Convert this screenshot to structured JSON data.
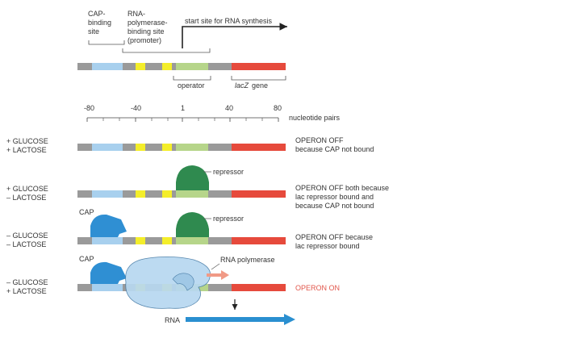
{
  "colors": {
    "cap_site": "#a8d0ee",
    "spacer": "#9a9a9a",
    "promoter_box": "#f4ee2a",
    "operator": "#b6d58a",
    "lacz_gene": "#e64a3c",
    "cap_protein": "#2f8fd3",
    "repressor": "#2f8a4f",
    "rna_polymerase": "#b8d8f0",
    "rna_arrow": "#2a8fd0",
    "transcription_arrow": "#f19a86",
    "operon_on_text": "#e2574c"
  },
  "top_labels": {
    "cap_site": [
      "CAP-",
      "binding",
      "site"
    ],
    "promoter": [
      "RNA-",
      "polymerase-",
      "binding site",
      "(promoter)"
    ],
    "start_site": "start site for RNA synthesis",
    "operator": "operator",
    "gene_name": "lacZ",
    "gene_word": "gene"
  },
  "scale": {
    "ticks": [
      "-80",
      "-40",
      "1",
      "40",
      "80"
    ],
    "unit": "nucleotide pairs"
  },
  "rows": [
    {
      "glucose": "+ GLUCOSE",
      "lactose": "+ LACTOSE",
      "status": [
        "OPERON OFF",
        "because CAP not bound"
      ],
      "repressor_label": "",
      "cap_label": "",
      "polymerase_label": ""
    },
    {
      "glucose": "+ GLUCOSE",
      "lactose": "– LACTOSE",
      "status": [
        "OPERON OFF both because",
        "lac repressor bound and",
        "because CAP not bound"
      ],
      "repressor_label": "repressor",
      "cap_label": "",
      "polymerase_label": ""
    },
    {
      "glucose": "– GLUCOSE",
      "lactose": "– LACTOSE",
      "status": [
        "OPERON OFF because",
        "lac repressor bound"
      ],
      "repressor_label": "repressor",
      "cap_label": "CAP",
      "polymerase_label": ""
    },
    {
      "glucose": "– GLUCOSE",
      "lactose": "+ LACTOSE",
      "status": [
        "OPERON ON"
      ],
      "repressor_label": "",
      "cap_label": "CAP",
      "polymerase_label": "RNA polymerase",
      "rna_label": "RNA"
    }
  ]
}
